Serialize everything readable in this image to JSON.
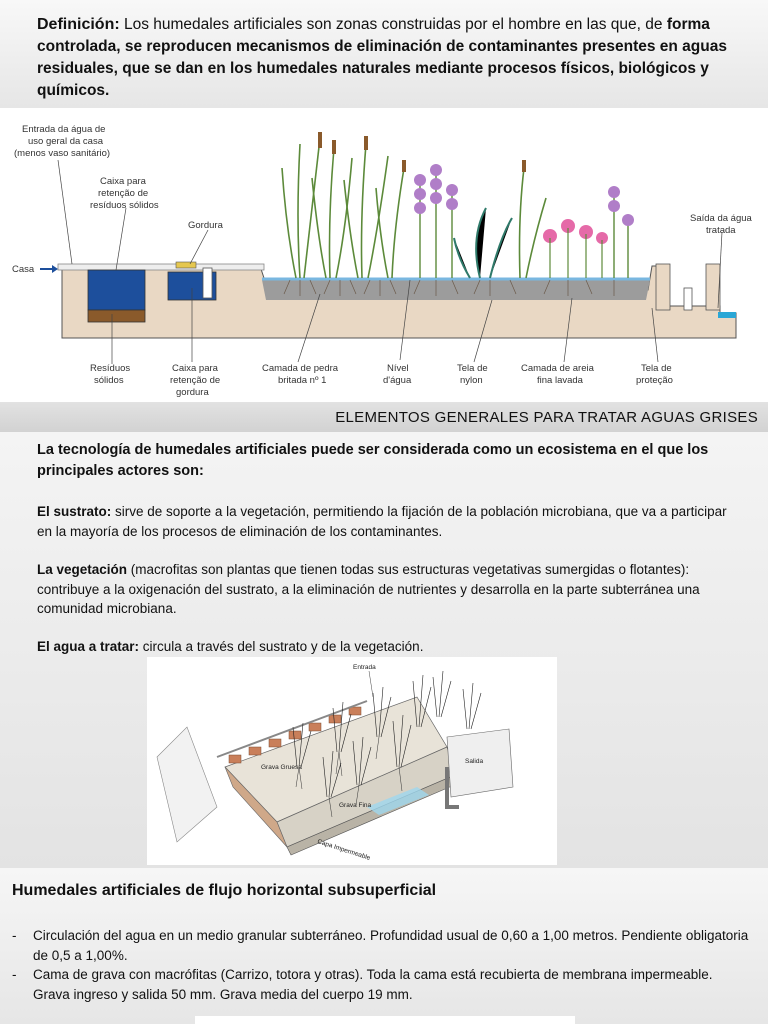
{
  "definition": {
    "term": "Definición:",
    "line1": "Los humedales artificiales son zonas construidas por el hombre en las que, de",
    "rest": "forma controlada, se reproducen mecanismos de eliminación de contaminantes presentes en aguas residuales, que se dan en los humedales naturales mediante procesos físicos, biológicos y químicos."
  },
  "diagram1": {
    "labels": {
      "entrada": [
        "Entrada da água de",
        "uso geral da casa",
        "(menos vaso sanitário)"
      ],
      "caixa_solidos": [
        "Caixa para",
        "retenção de",
        "resíduos sólidos"
      ],
      "gordura": "Gordura",
      "casa": "Casa",
      "saida": [
        "Saída da água",
        "tratada"
      ],
      "residuos": [
        "Resíduos",
        "sólidos"
      ],
      "caixa_gordura": [
        "Caixa para",
        "retenção de",
        "gordura"
      ],
      "camada_pedra": [
        "Camada de pedra",
        "britada nº 1"
      ],
      "nivel": [
        "Nível",
        "d'água"
      ],
      "tela_nylon": [
        "Tela de",
        "nylon"
      ],
      "camada_areia": [
        "Camada de areia",
        "fina lavada"
      ],
      "tela_protecao": [
        "Tela de",
        "proteção"
      ]
    }
  },
  "section_title": "ELEMENTOS GENERALES PARA TRATAR AGUAS GRISES",
  "section2": {
    "intro": "La tecnología de humedales artificiales puede ser considerada como un ecosistema en el que los principales actores son:",
    "sustrato_term": "El sustrato:",
    "sustrato_text": " sirve de soporte a la vegetación, permitiendo la fijación de la población microbiana, que va a participar en la mayoría de los procesos de eliminación de los contaminantes.",
    "vegetacion_term": "La vegetación",
    "vegetacion_text": " (macrofitas son plantas que tienen todas sus estructuras vegetativas sumergidas o flotantes): contribuye a la oxigenación del sustrato, a la eliminación de nutrientes y  desarrolla en la parte subterránea una comunidad microbiana.",
    "agua_term": "El agua a tratar:",
    "agua_text": " circula a través del sustrato y de la vegetación.",
    "diagram2": {
      "entrada": "Entrada",
      "salida": "Salida",
      "grava_gruesa": "Grava Gruesa",
      "grava_fina": "Grava Fina",
      "capa": "Capa Impermeable"
    }
  },
  "section3": {
    "heading": "Humedales artificiales de flujo horizontal subsuperficial",
    "items": [
      "Circulación del agua en un medio granular subterráneo. Profundidad usual de 0,60 a 1,00 metros. Pendiente obligatoria de 0,5 a 1,00%.",
      "Cama de grava con macrófitas (Carrizo, totora y otras). Toda la cama está recubierta de membrana impermeable. Grava ingreso y salida 50 mm. Grava media del cuerpo 19 mm."
    ]
  },
  "colors": {
    "water_blue": "#1d4f9c",
    "sludge_brown": "#8a5a2b",
    "concrete": "#e9d8c4",
    "gravel": "#9c9c9c",
    "bar_gray": "#d6d6d6"
  }
}
